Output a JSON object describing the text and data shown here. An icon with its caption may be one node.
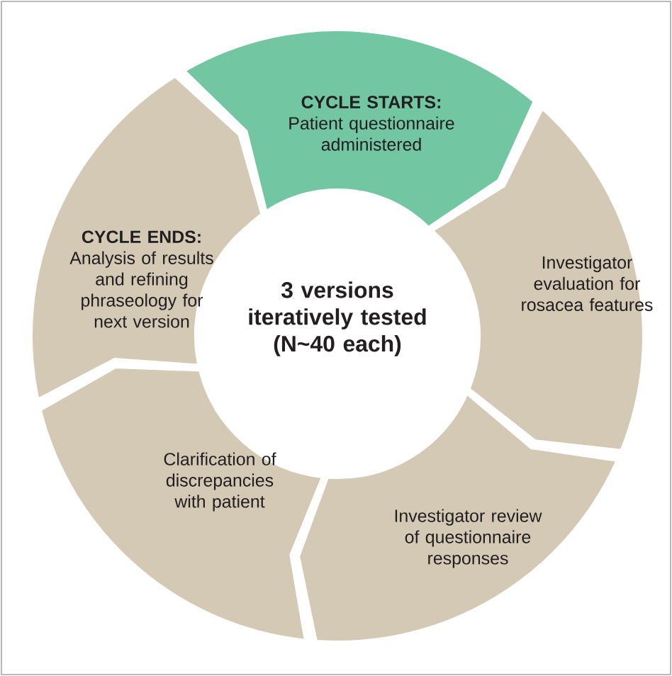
{
  "diagram": {
    "nodes": [
      {
        "text": [
          "CYCLE STARTS:",
          "Patient questionnaire administered"
        ]
      },
      {
        "text": [
          "Investigator evaluation for rosacea features"
        ]
      },
      {
        "text": [
          "Investigator review of questionnaire responses"
        ]
      },
      {
        "text": [
          "Clarification of discrepancies with patient"
        ]
      },
      {
        "text": [
          "CYCLE ENDS:",
          "Analysis of results and refining phraseology for next version"
        ]
      },
      {
        "text": [
          "3 versions iteratively tested (N~40 each)"
        ]
      }
    ]
  }
}
